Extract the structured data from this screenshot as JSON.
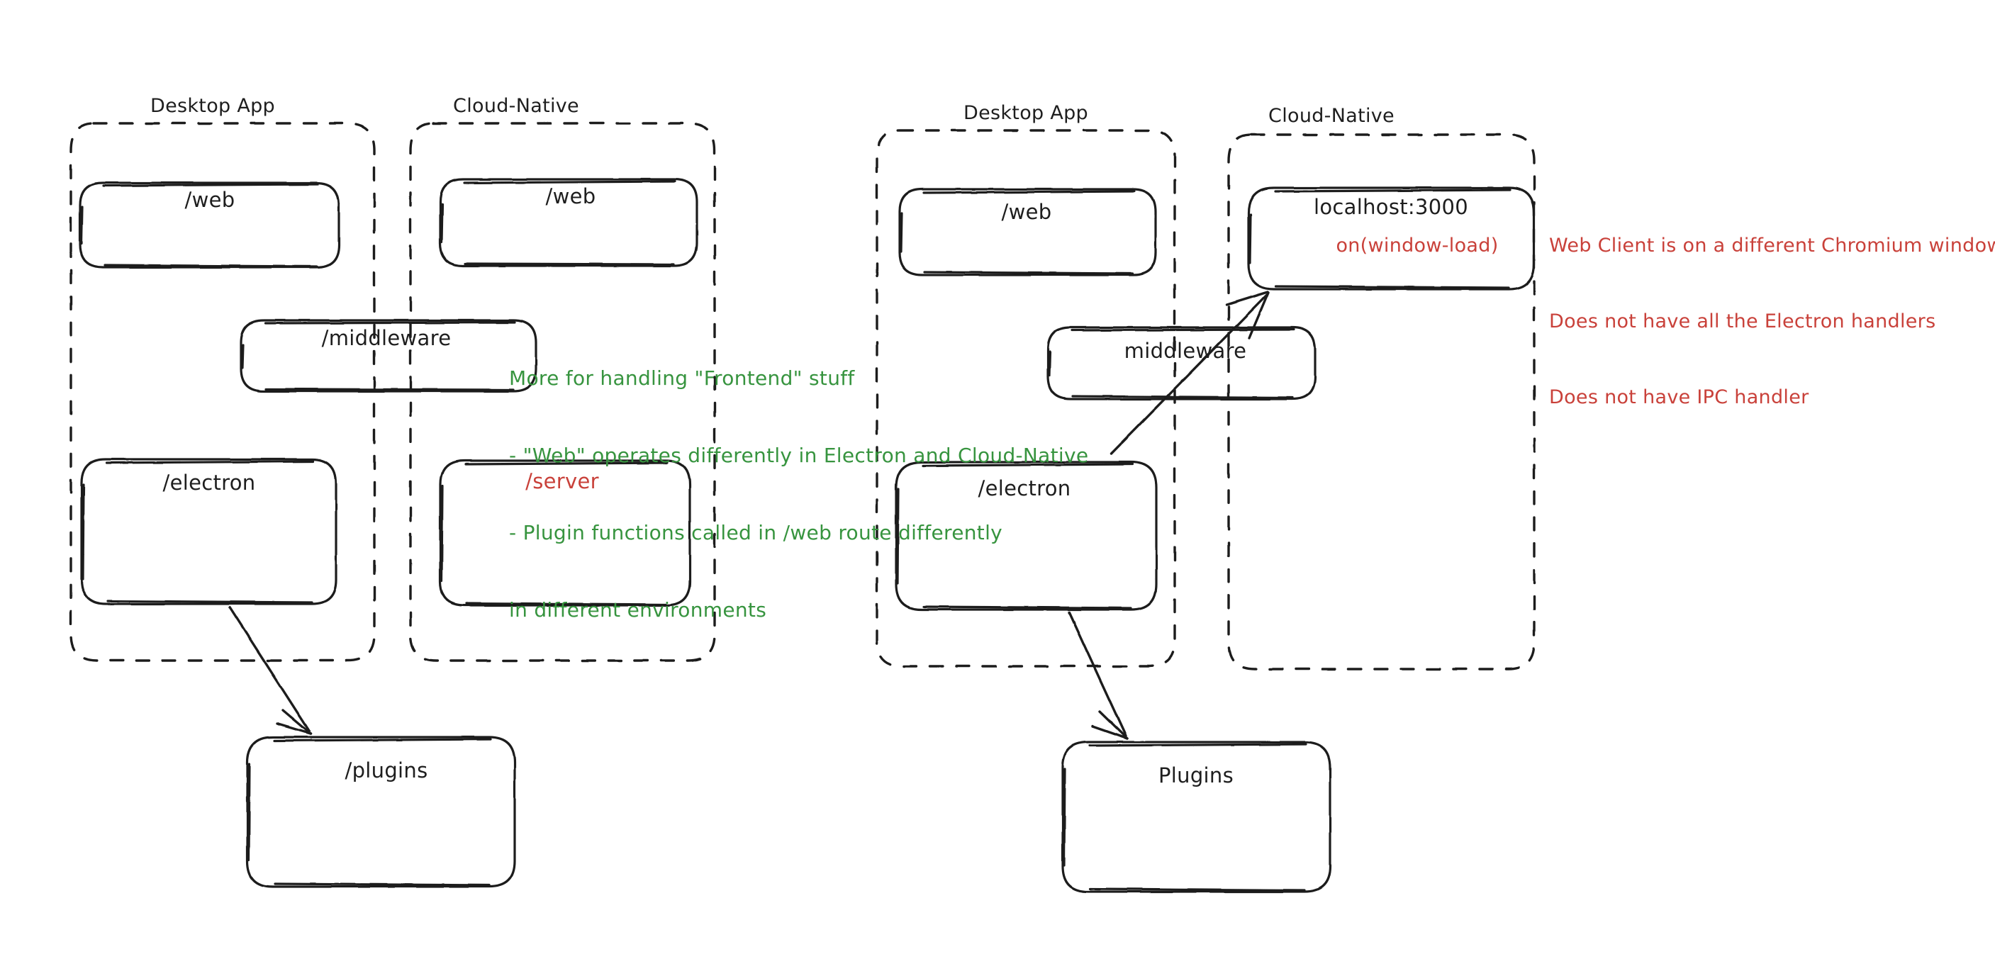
{
  "diagram": {
    "title_left_group_a": "Desktop App",
    "title_left_group_b": "Cloud-Native",
    "title_right_group_a": "Desktop App",
    "title_right_group_b": "Cloud-Native",
    "colors": {
      "stroke": "#1e1e1e",
      "green": "#37943f",
      "red": "#c9413a",
      "background": "#ffffff"
    },
    "left_panel": {
      "groups": [
        {
          "name": "desktop-app",
          "label": "Desktop App"
        },
        {
          "name": "cloud-native",
          "label": "Cloud-Native"
        }
      ],
      "nodes": [
        {
          "name": "web-desktop",
          "label": "/web",
          "color": "#1e1e1e"
        },
        {
          "name": "web-cloud",
          "label": "/web",
          "color": "#1e1e1e"
        },
        {
          "name": "middleware",
          "label": "/middleware",
          "color": "#1e1e1e"
        },
        {
          "name": "electron",
          "label": "/electron",
          "color": "#1e1e1e"
        },
        {
          "name": "server",
          "label": "/server",
          "color": "#c9413a"
        },
        {
          "name": "plugins",
          "label": "/plugins",
          "color": "#1e1e1e"
        }
      ],
      "note_green": [
        "More for handling \"Frontend\" stuff",
        "- \"Web\" operates differently in Electron and Cloud-Native",
        "- Plugin functions called in /web route differently",
        "in different environments"
      ]
    },
    "right_panel": {
      "groups": [
        {
          "name": "desktop-app",
          "label": "Desktop App"
        },
        {
          "name": "cloud-native",
          "label": "Cloud-Native"
        }
      ],
      "nodes": [
        {
          "name": "web-desktop",
          "label": "/web",
          "color": "#1e1e1e"
        },
        {
          "name": "localhost",
          "label": "localhost:3000",
          "sub": "on(window-load)",
          "color": "#1e1e1e",
          "sub_color": "#c9413a"
        },
        {
          "name": "middleware",
          "label": "middleware",
          "color": "#1e1e1e"
        },
        {
          "name": "electron",
          "label": "/electron",
          "color": "#1e1e1e"
        },
        {
          "name": "plugins",
          "label": "Plugins",
          "color": "#1e1e1e"
        }
      ],
      "note_red": [
        "Web Client is on a different Chromium window",
        "Does not have all the Electron handlers",
        "Does not have IPC handler"
      ]
    }
  }
}
